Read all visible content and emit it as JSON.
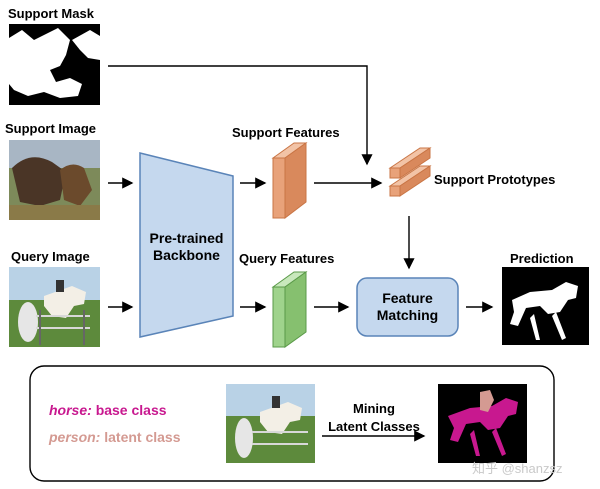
{
  "labels": {
    "support_mask": "Support Mask",
    "support_image": "Support Image",
    "query_image": "Query Image",
    "support_features": "Support Features",
    "query_features": "Query Features",
    "support_prototypes": "Support Prototypes",
    "prediction": "Prediction"
  },
  "backbone": {
    "line1": "Pre-trained",
    "line2": "Backbone"
  },
  "matching": {
    "line1": "Feature",
    "line2": "Matching"
  },
  "legend": {
    "horse_term": "horse:",
    "horse_desc": "base class",
    "person_term": "person:",
    "person_desc": "latent class"
  },
  "mining": {
    "line1": "Mining",
    "line2": "Latent Classes"
  },
  "watermark": "知乎 @shanzsz",
  "colors": {
    "backbone_fill": "#c5d8ee",
    "matching_fill": "#c5d8ee",
    "support_feature": "#e8a27a",
    "query_feature": "#9fd38c",
    "horse_magenta": "#c8188f",
    "person_pink": "#d49a92"
  }
}
